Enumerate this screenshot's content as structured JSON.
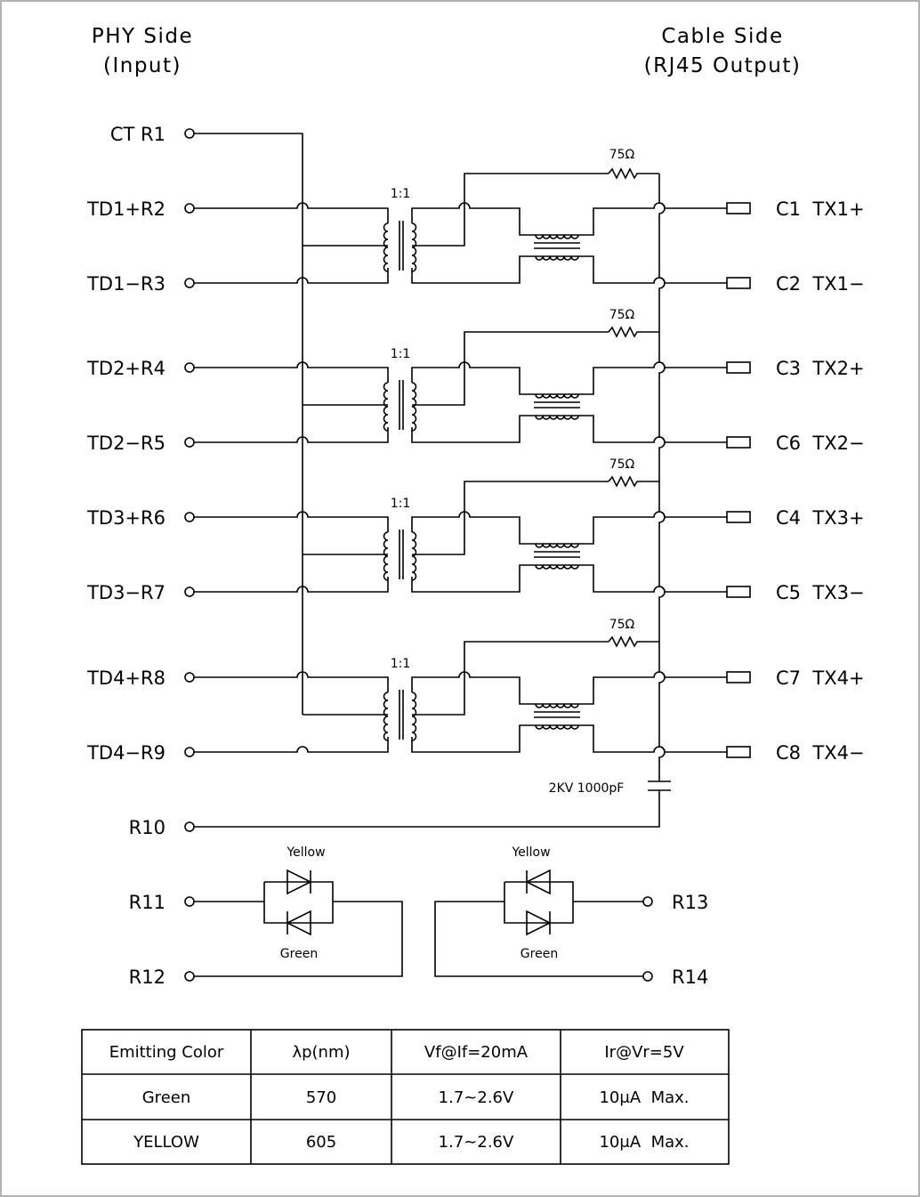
{
  "headers": {
    "phy_side": "PHY Side",
    "phy_sub": "(Input)",
    "cable_side": "Cable Side",
    "cable_sub": "(RJ45 Output)"
  },
  "left_pins": [
    "CT R1",
    "TD1+R2",
    "TD1−R3",
    "TD2+R4",
    "TD2−R5",
    "TD3+R6",
    "TD3−R7",
    "TD4+R8",
    "TD4−R9",
    "R10",
    "R11",
    "R12"
  ],
  "right_pins": [
    "C1  TX1+",
    "C2  TX1−",
    "C3  TX2+",
    "C6  TX2−",
    "C4  TX3+",
    "C5  TX3−",
    "C7  TX4+",
    "C8  TX4−"
  ],
  "led_pins": [
    "R13",
    "R14"
  ],
  "transformer_ratio": "1:1",
  "resistor_label": "75Ω",
  "capacitor_label": "2KV 1000pF",
  "led_labels": {
    "top": "Yellow",
    "bottom": "Green"
  },
  "table": {
    "headers": [
      "Emitting Color",
      "λp(nm)",
      "Vf@If=20mA",
      "Ir@Vr=5V"
    ],
    "rows": [
      [
        "Green",
        "570",
        "1.7~2.6V",
        "10μA  Max."
      ],
      [
        "YELLOW",
        "605",
        "1.7~2.6V",
        "10μA  Max."
      ]
    ]
  }
}
